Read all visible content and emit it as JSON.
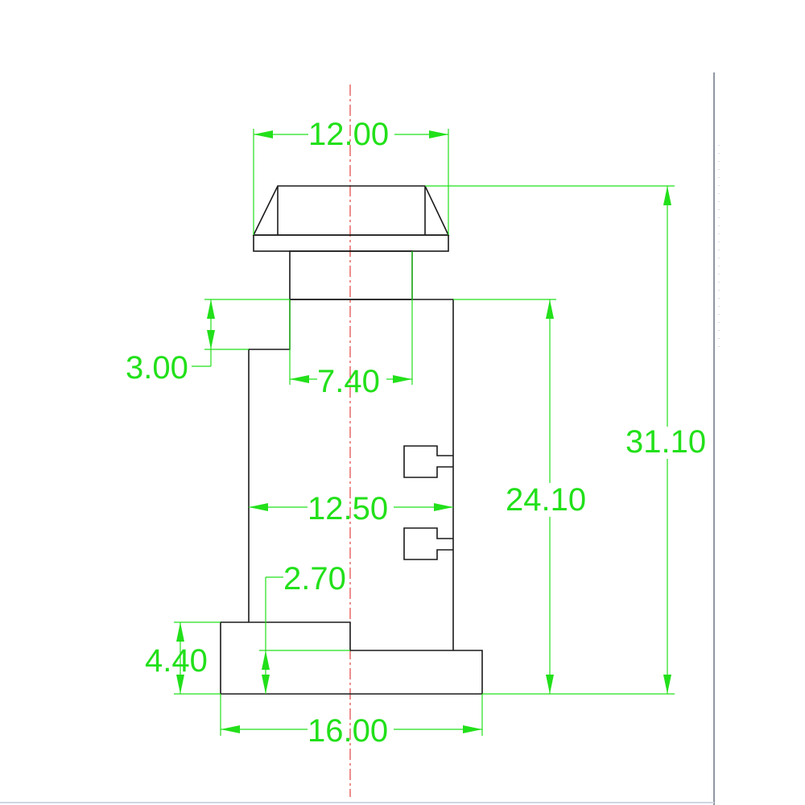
{
  "dimensions": {
    "top_width": "12.00",
    "total_height": "31.10",
    "shoulder_drop": "3.00",
    "neck_width": "7.40",
    "body_width": "12.50",
    "body_height": "24.10",
    "foot_step": "2.70",
    "base_height": "4.40",
    "base_width": "16.00"
  },
  "colors": {
    "outline": "#1a1a1a",
    "dimension": "#22e01a",
    "centerline": "#e03030"
  }
}
